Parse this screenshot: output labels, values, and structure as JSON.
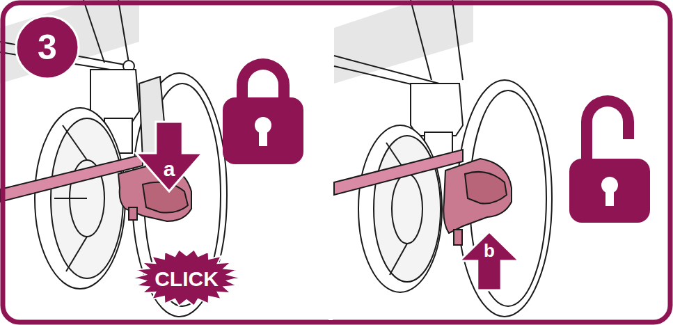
{
  "diagram": {
    "nodes": [
      {
        "text": [
          "3"
        ]
      },
      {
        "text": [
          "a"
        ]
      },
      {
        "text": [
          "CLICK"
        ]
      },
      {
        "text": [
          "b"
        ]
      }
    ]
  }
}
